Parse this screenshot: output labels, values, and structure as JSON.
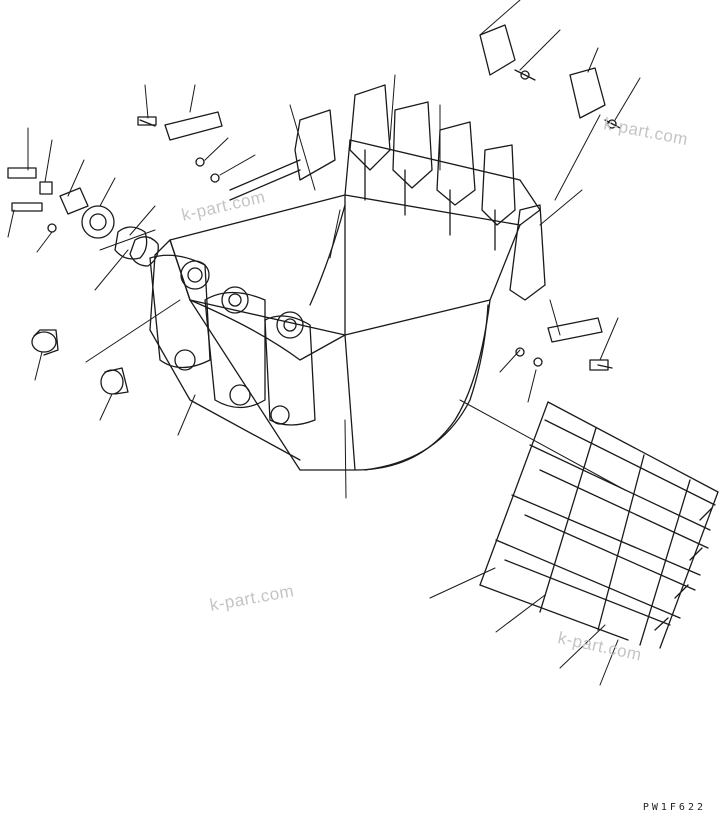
{
  "watermark": "k-part.com",
  "drawing_code": "PW1F622",
  "colors": {
    "ink": "#1a1a1a",
    "paper": "#ffffff",
    "watermark": "#c4c4c4"
  },
  "parts": [
    "bucket-body",
    "side-cutter-left",
    "side-cutter-right",
    "tooth-adapter",
    "tooth-point",
    "tooth-pin",
    "lock-washer",
    "bucket-boss",
    "pin-bolt",
    "nut",
    "washer",
    "spacer-ring",
    "shim-plate",
    "bushing",
    "collar",
    "cover-plate",
    "wear-plate-grid"
  ]
}
